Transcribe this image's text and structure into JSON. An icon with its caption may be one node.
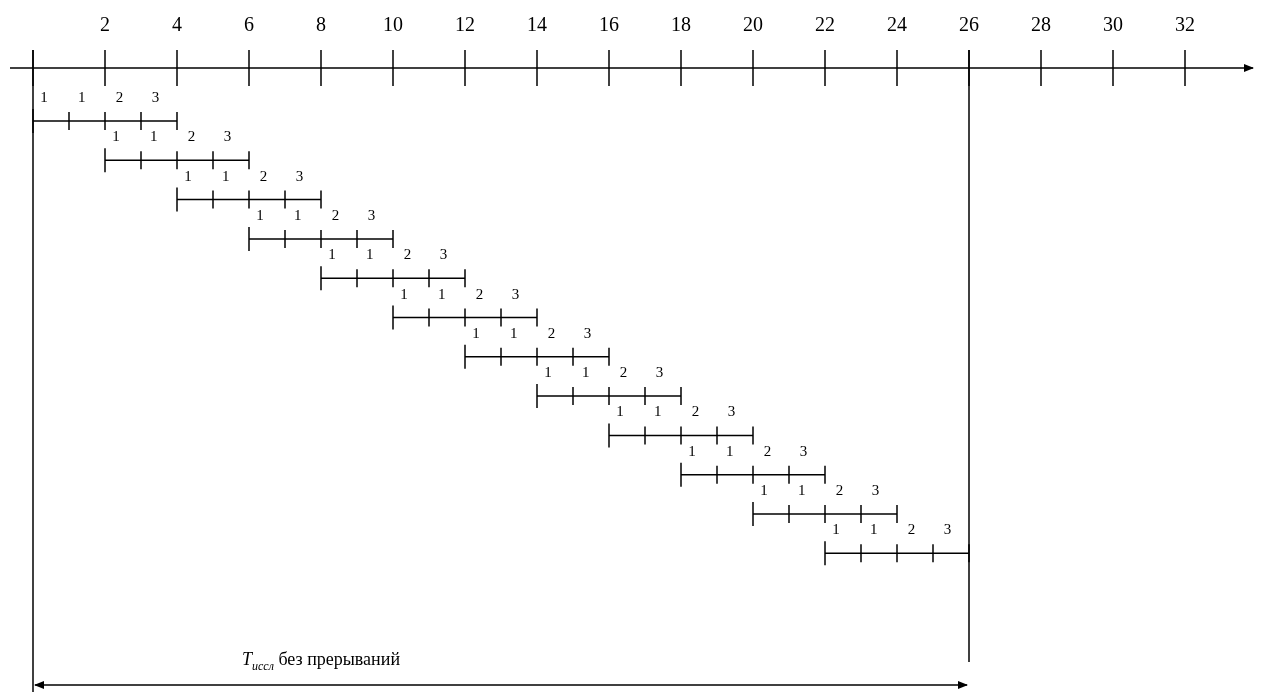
{
  "diagram": {
    "labels": [
      "2",
      "4",
      "6",
      "8",
      "10",
      "12",
      "14",
      "16",
      "18",
      "20",
      "22",
      "24",
      "26",
      "28",
      "30",
      "32",
      "1",
      "1",
      "2",
      "3",
      "1",
      "1",
      "2",
      "3",
      "1",
      "1",
      "2",
      "3",
      "1",
      "1",
      "2",
      "3",
      "1",
      "1",
      "2",
      "3",
      "1",
      "1",
      "2",
      "3",
      "1",
      "1",
      "2",
      "3",
      "1",
      "1",
      "2",
      "3",
      "1",
      "1",
      "2",
      "3",
      "1",
      "1",
      "2",
      "3",
      "1",
      "1",
      "2",
      "3",
      "1",
      "1",
      "2",
      "3",
      "*T*$_{иссл}$  без прерываний"
    ]
  }
}
